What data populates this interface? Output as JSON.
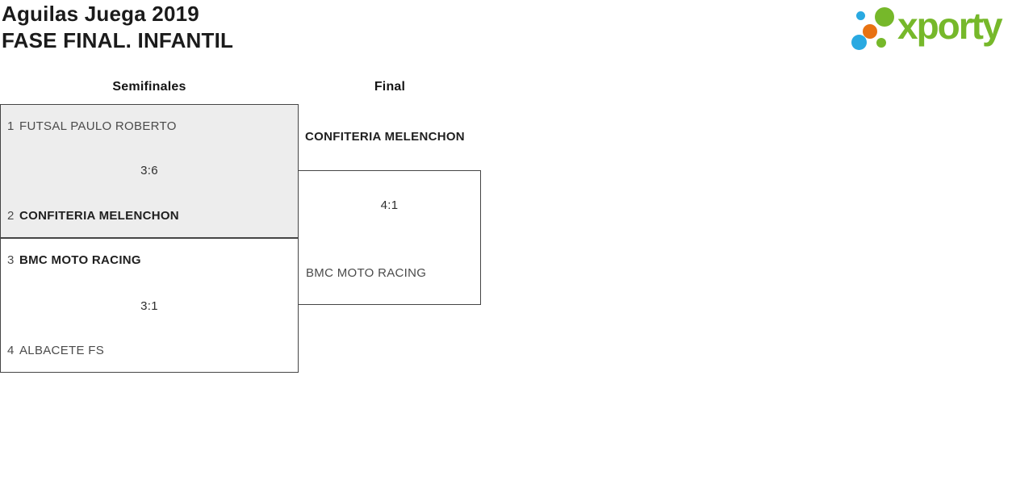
{
  "header": {
    "title_line1": "Aguilas Juega 2019",
    "title_line2": "FASE FINAL. INFANTIL"
  },
  "logo": {
    "brand": "xporty",
    "colors": {
      "green": "#76b82a",
      "blue": "#29a9e1",
      "orange": "#e87211"
    }
  },
  "bracket": {
    "round_labels": [
      "Semifinales",
      "Final"
    ],
    "matches": [
      {
        "round": "Semifinales",
        "teams": [
          {
            "seed": "1",
            "name": "FUTSAL PAULO ROBERTO",
            "winner": false
          },
          {
            "seed": "2",
            "name": "CONFITERIA MELENCHON",
            "winner": true
          }
        ],
        "score": "3:6"
      },
      {
        "round": "Semifinales",
        "teams": [
          {
            "seed": "3",
            "name": "BMC MOTO RACING",
            "winner": true
          },
          {
            "seed": "4",
            "name": "ALBACETE FS",
            "winner": false
          }
        ],
        "score": "3:1"
      },
      {
        "round": "Final",
        "teams": [
          {
            "name": "CONFITERIA MELENCHON",
            "winner": true
          },
          {
            "name": "BMC MOTO RACING",
            "winner": false
          }
        ],
        "score": "4:1"
      }
    ]
  }
}
